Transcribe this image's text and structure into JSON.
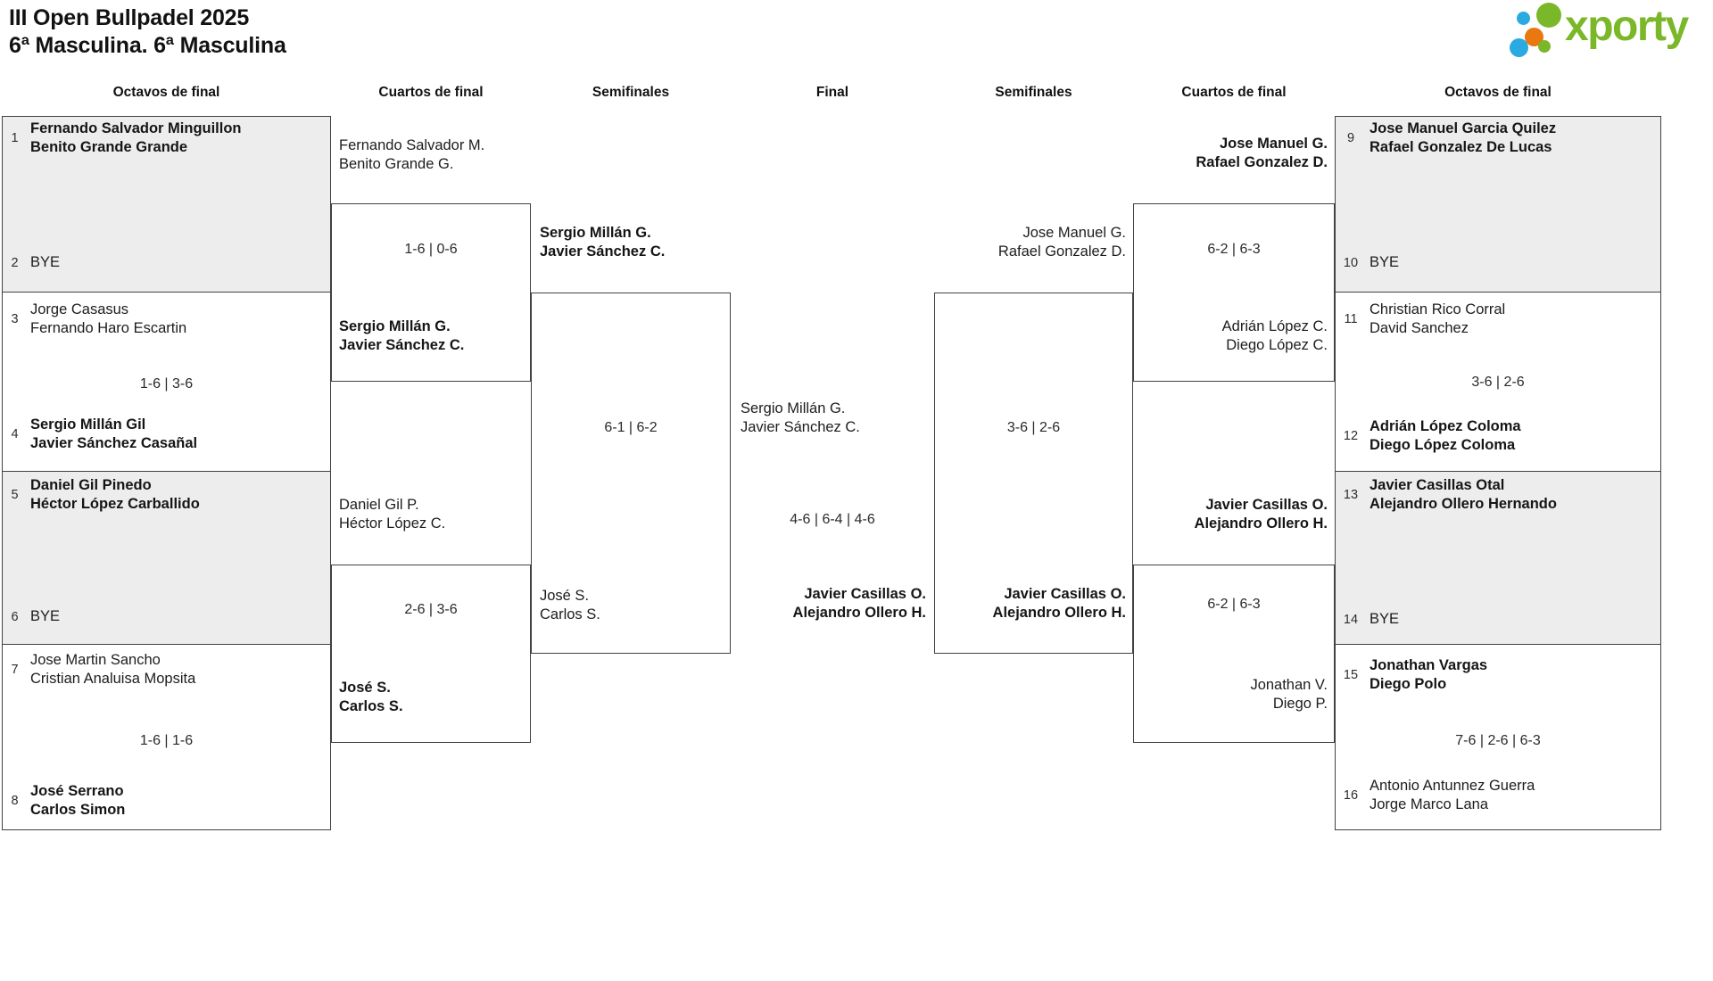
{
  "page": {
    "title_line1": "III Open Bullpadel 2025",
    "title_line2": "6ª Masculina. 6ª Masculina"
  },
  "logo": {
    "text": "xporty",
    "green": "#7ab829",
    "blue": "#2ba9e1",
    "orange": "#e8780f"
  },
  "rounds": [
    "Octavos de final",
    "Cuartos de final",
    "Semifinales",
    "Final",
    "Semifinales",
    "Cuartos de final",
    "Octavos de final"
  ],
  "octavos_left": [
    {
      "score": "",
      "top": {
        "seed": "1",
        "line1": "Fernando Salvador Minguillon",
        "line2": "Benito Grande Grande"
      },
      "bottom": {
        "seed": "2",
        "line1": "BYE",
        "line2": ""
      }
    },
    {
      "score": "1-6 | 3-6",
      "top": {
        "seed": "3",
        "line1": "Jorge Casasus",
        "line2": "Fernando Haro Escartin"
      },
      "bottom": {
        "seed": "4",
        "line1": "Sergio Millán Gil",
        "line2": "Javier Sánchez Casañal"
      }
    },
    {
      "score": "",
      "top": {
        "seed": "5",
        "line1": "Daniel Gil Pinedo",
        "line2": "Héctor López Carballido"
      },
      "bottom": {
        "seed": "6",
        "line1": "BYE",
        "line2": ""
      }
    },
    {
      "score": "1-6 | 1-6",
      "top": {
        "seed": "7",
        "line1": "Jose Martin Sancho",
        "line2": "Cristian Analuisa Mopsita"
      },
      "bottom": {
        "seed": "8",
        "line1": "José Serrano",
        "line2": "Carlos Simon"
      }
    }
  ],
  "octavos_right": [
    {
      "score": "",
      "top": {
        "seed": "9",
        "line1": "Jose Manuel Garcia Quilez",
        "line2": "Rafael Gonzalez De Lucas"
      },
      "bottom": {
        "seed": "10",
        "line1": "BYE",
        "line2": ""
      }
    },
    {
      "score": "3-6 | 2-6",
      "top": {
        "seed": "11",
        "line1": "Christian Rico Corral",
        "line2": "David Sanchez"
      },
      "bottom": {
        "seed": "12",
        "line1": "Adrián López Coloma",
        "line2": "Diego López Coloma"
      }
    },
    {
      "score": "",
      "top": {
        "seed": "13",
        "line1": "Javier Casillas Otal",
        "line2": "Alejandro Ollero Hernando"
      },
      "bottom": {
        "seed": "14",
        "line1": "BYE",
        "line2": ""
      }
    },
    {
      "score": "7-6 | 2-6 | 6-3",
      "top": {
        "seed": "15",
        "line1": "Jonathan Vargas",
        "line2": "Diego Polo"
      },
      "bottom": {
        "seed": "16",
        "line1": "Antonio Antunnez Guerra",
        "line2": "Jorge Marco Lana"
      }
    }
  ],
  "cuartos_left": [
    {
      "score": "1-6 | 0-6",
      "top": {
        "line1": "Fernando Salvador M.",
        "line2": "Benito Grande G."
      },
      "bottom": {
        "line1": "Sergio Millán G.",
        "line2": "Javier Sánchez C."
      }
    },
    {
      "score": "2-6 | 3-6",
      "top": {
        "line1": "Daniel Gil P.",
        "line2": "Héctor López C."
      },
      "bottom": {
        "line1": "José S.",
        "line2": "Carlos S."
      }
    }
  ],
  "cuartos_right": [
    {
      "score": "6-2 | 6-3",
      "top": {
        "line1": "Jose Manuel G.",
        "line2": "Rafael Gonzalez D."
      },
      "bottom": {
        "line1": "Adrián López C.",
        "line2": "Diego López C."
      }
    },
    {
      "score": "6-2 | 6-3",
      "top": {
        "line1": "Javier Casillas O.",
        "line2": "Alejandro Ollero H."
      },
      "bottom": {
        "line1": "Jonathan V.",
        "line2": "Diego P."
      }
    }
  ],
  "semifinal_left": {
    "score": "6-1 | 6-2",
    "top": {
      "line1": "Sergio Millán G.",
      "line2": "Javier Sánchez C."
    },
    "bottom": {
      "line1": "José S.",
      "line2": "Carlos S."
    }
  },
  "semifinal_right": {
    "score": "3-6 | 2-6",
    "top": {
      "line1": "Jose Manuel G.",
      "line2": "Rafael Gonzalez D."
    },
    "bottom": {
      "line1": "Javier Casillas O.",
      "line2": "Alejandro Ollero H."
    }
  },
  "final": {
    "score": "4-6 | 6-4 | 4-6",
    "top": {
      "line1": "Sergio Millán G.",
      "line2": "Javier Sánchez C."
    },
    "bottom": {
      "line1": "Javier Casillas O.",
      "line2": "Alejandro Ollero H."
    }
  }
}
